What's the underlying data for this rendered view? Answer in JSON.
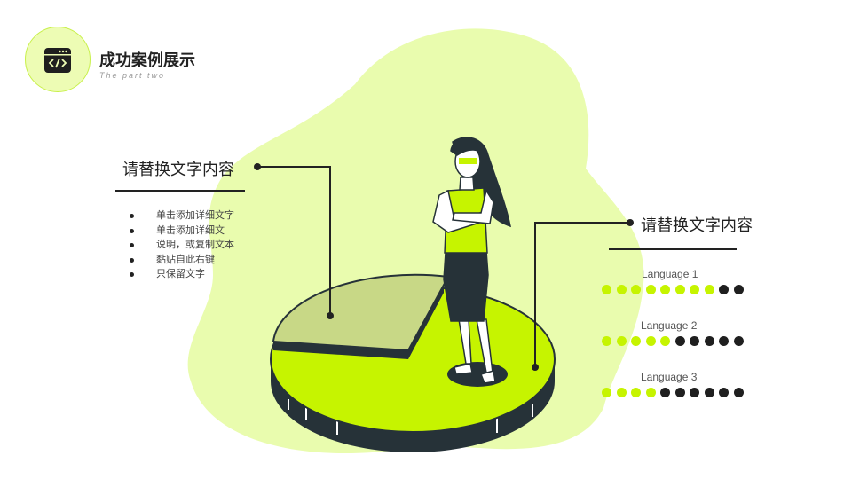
{
  "header": {
    "title": "成功案例展示",
    "subtitle": "The part two",
    "icon": "code-window-icon"
  },
  "left_block": {
    "heading": "请替换文字内容",
    "bullets": [
      "单击添加详细文字",
      "单击添加详细文",
      "说明，或复制文本",
      "黏贴自此右键",
      "只保留文字"
    ]
  },
  "right_block": {
    "heading": "请替换文字内容",
    "skills": [
      {
        "label": "Language 1",
        "level": 8,
        "total": 10
      },
      {
        "label": "Language 2",
        "level": 5,
        "total": 10
      },
      {
        "label": "Language 3",
        "level": 4,
        "total": 10
      }
    ]
  },
  "colors": {
    "accent": "#c6f400",
    "blob": "#e9fcae",
    "slice": "#c8d886",
    "dark": "#222222"
  }
}
